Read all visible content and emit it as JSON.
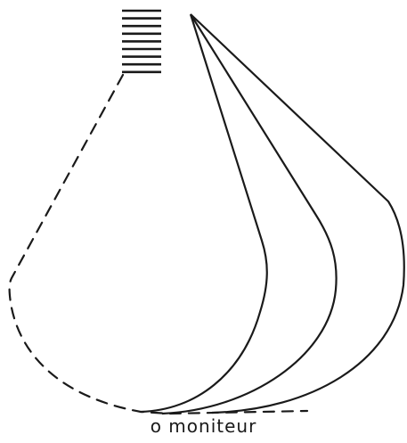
{
  "caption": "o moniteur",
  "colors": {
    "ink": "#1a1a1a",
    "background": "#ffffff"
  },
  "figure": {
    "grip_line_count": 9,
    "solid_curve_count": 3,
    "dashed_outline": true
  }
}
